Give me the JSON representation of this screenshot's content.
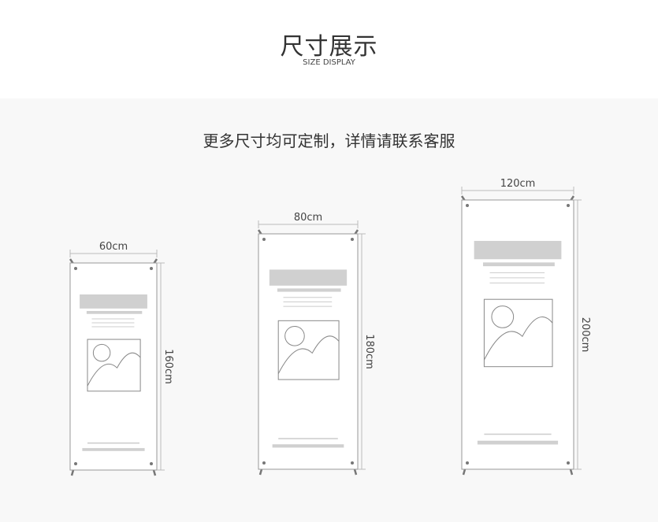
{
  "header": {
    "title": "尺寸展示",
    "subtitle": "SIZE DISPLAY"
  },
  "note": "更多尺寸均可定制，详情请联系客服",
  "banners": [
    {
      "width_label": "60cm",
      "height_label": "160cm"
    },
    {
      "width_label": "80cm",
      "height_label": "180cm"
    },
    {
      "width_label": "120cm",
      "height_label": "200cm"
    }
  ],
  "colors": {
    "background": "#f8f8f8",
    "line": "#999999",
    "block": "#d0d0d0"
  }
}
